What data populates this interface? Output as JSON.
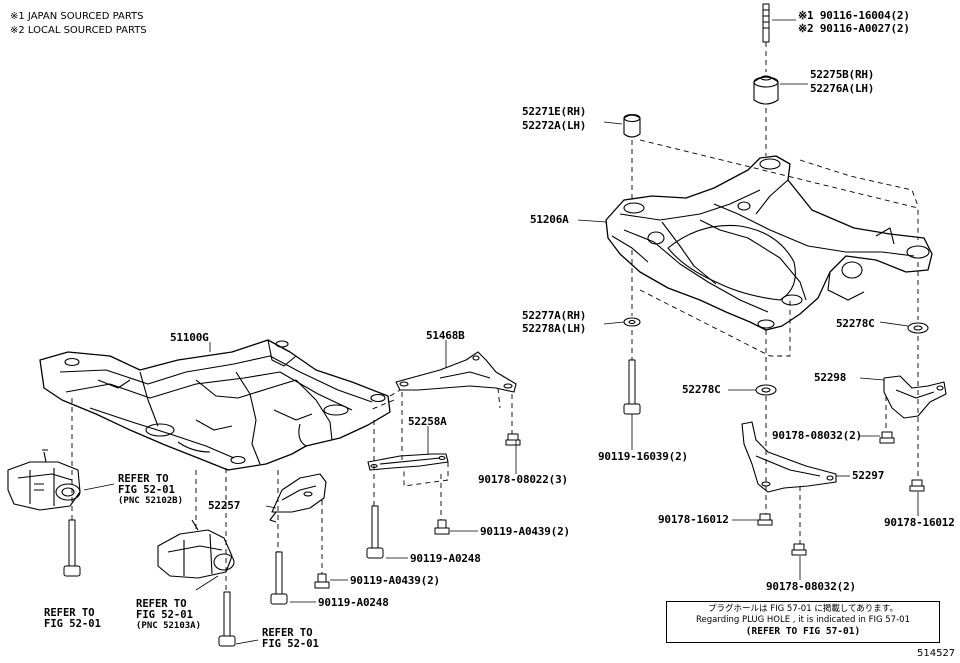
{
  "notes": {
    "japan": "※1 JAPAN SOURCED PARTS",
    "local": "※2 LOCAL SOURCED PARTS"
  },
  "labels": {
    "p51100G": "51100G",
    "p51468B": "51468B",
    "p52258A": "52258A",
    "p52257": "52257",
    "p90178_08022": "90178-08022(3)",
    "p90119_A0439a": "90119-A0439(2)",
    "p90119_A0248a": "90119-A0248",
    "p90119_A0439b": "90119-A0439(2)",
    "p90119_A0248b": "90119-A0248",
    "p90116_16004": "※1 90116-16004(2)",
    "p90116_A0027": "※2 90116-A0027(2)",
    "p52275B": "52275B(RH)",
    "p52276A": "52276A(LH)",
    "p52271E": "52271E(RH)",
    "p52272A": "52272A(LH)",
    "p51206A": "51206A",
    "p52277A": "52277A(RH)",
    "p52278A": "52278A(LH)",
    "p52278C_a": "52278C",
    "p52278C_b": "52278C",
    "p52298": "52298",
    "p90178_08032a": "90178-08032(2)",
    "p90119_16039": "90119-16039(2)",
    "p52297": "52297",
    "p90178_16012a": "90178-16012",
    "p90178_16012b": "90178-16012",
    "p90178_08032b": "90178-08032(2)"
  },
  "refs": {
    "r1_line1": "REFER TO",
    "r1_line2": "FIG 52-01",
    "r1_line3": "(PNC 52102B)",
    "r2_line1": "REFER TO",
    "r2_line2": "FIG 52-01",
    "r3_line1": "REFER TO",
    "r3_line2": "FIG 52-01",
    "r3_line3": "(PNC 52103A)",
    "r4_line1": "REFER TO",
    "r4_line2": "FIG 52-01"
  },
  "plug_note": {
    "jp": "プラグホールは FIG 57-01 に掲載してあります。",
    "en": "Regarding PLUG HOLE , it is indicated in FIG 57-01",
    "ref": "(REFER TO FIG 57-01)"
  },
  "figure_number": "514527"
}
